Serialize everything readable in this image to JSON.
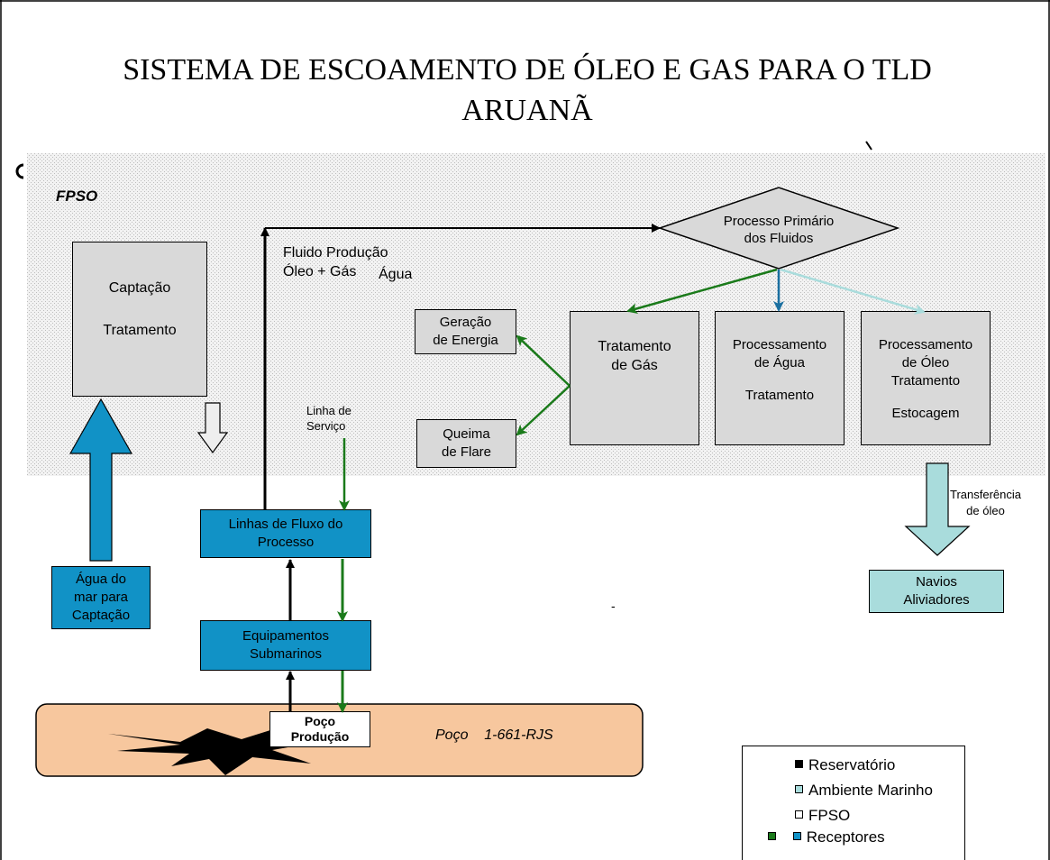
{
  "title_line1": "SISTEMA DE ESCOAMENTO DE ÓLEO E GAS PARA O TLD",
  "title_line2": "ARUANÃ",
  "fpso_label": "FPSO",
  "nodes": {
    "captacao": "Captação",
    "tratamento": "Tratamento",
    "processo_primario_l1": "Processo Primário",
    "processo_primario_l2": "dos Fluidos",
    "geracao_l1": "Geração",
    "geracao_l2": "de Energia",
    "queima_l1": "Queima",
    "queima_l2": "de Flare",
    "trat_gas_l1": "Tratamento",
    "trat_gas_l2": "de Gás",
    "proc_agua_l1": "Processamento",
    "proc_agua_l2": "de Água",
    "proc_agua_l3": "Tratamento",
    "proc_oleo_l1": "Processamento",
    "proc_oleo_l2": "de Óleo",
    "proc_oleo_l3": "Tratamento",
    "proc_oleo_l4": "Estocagem",
    "linhas_fluxo_l1": "Linhas de Fluxo do",
    "linhas_fluxo_l2": "Processo",
    "equip_l1": "Equipamentos",
    "equip_l2": "Submarinos",
    "agua_mar_l1": "Água do",
    "agua_mar_l2": "mar para",
    "agua_mar_l3": "Captação",
    "poco_l1": "Poço",
    "poco_l2": "Produção",
    "poco_id": "Poço    1-661-RJS",
    "navios_l1": "Navios",
    "navios_l2": "Aliviadores"
  },
  "labels": {
    "fluido_l1": "Fluido Produção",
    "fluido_l2": "Óleo + Gás",
    "agua": "Água",
    "linha_l1": "Linha de",
    "linha_l2": "Serviço",
    "transf_l1": "Transferência",
    "transf_l2": "de óleo",
    "dash": "-"
  },
  "legend": [
    {
      "label": "Reservatório",
      "color": "#000000"
    },
    {
      "label": "Ambiente Marinho",
      "color": "#a9dcdc"
    },
    {
      "label": "FPSO",
      "color": "#ffffff"
    },
    {
      "label": "Receptores",
      "colors": [
        "#1a7a1a",
        "#1192c6"
      ]
    }
  ],
  "colors": {
    "fpso_area": "#e6e6e6",
    "gray_box": "#d9d9d9",
    "blue_box": "#1192c6",
    "light_blue": "#a9dcdc",
    "green_arrow": "#1a7a1a",
    "reservoir": "#f7c79e"
  }
}
